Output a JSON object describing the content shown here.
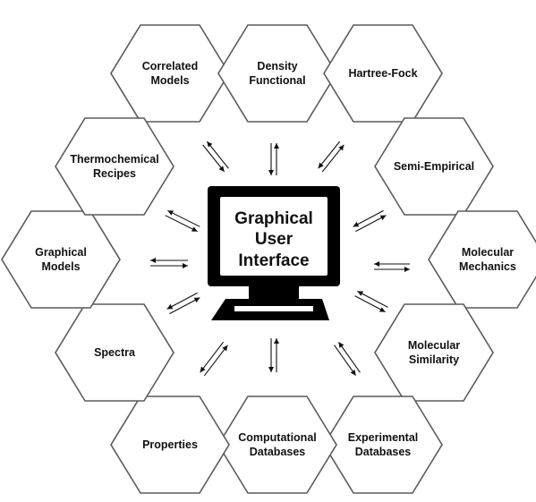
{
  "center": {
    "title_lines": [
      "Graphical",
      "User",
      "Interface"
    ]
  },
  "modules": [
    {
      "id": "correlated-models",
      "lines": [
        "Correlated",
        "Models"
      ]
    },
    {
      "id": "density-functional",
      "lines": [
        "Density",
        "Functional"
      ]
    },
    {
      "id": "hartree-fock",
      "lines": [
        "Hartree-Fock"
      ]
    },
    {
      "id": "semi-empirical",
      "lines": [
        "Semi-Empirical"
      ]
    },
    {
      "id": "molecular-mechanics",
      "lines": [
        "Molecular",
        "Mechanics"
      ]
    },
    {
      "id": "molecular-similarity",
      "lines": [
        "Molecular",
        "Similarity"
      ]
    },
    {
      "id": "experimental-databases",
      "lines": [
        "Experimental",
        "Databases"
      ]
    },
    {
      "id": "computational-databases",
      "lines": [
        "Computational",
        "Databases"
      ]
    },
    {
      "id": "properties",
      "lines": [
        "Properties"
      ]
    },
    {
      "id": "spectra",
      "lines": [
        "Spectra"
      ]
    },
    {
      "id": "graphical-models",
      "lines": [
        "Graphical",
        "Models"
      ]
    },
    {
      "id": "thermochemical-recipes",
      "lines": [
        "Thermochemical",
        "Recipes"
      ]
    }
  ],
  "colors": {
    "hex_stroke": "#5a5a5a",
    "monitor": "#000000",
    "screen": "#ffffff",
    "text": "#111111"
  },
  "icons": {
    "center": "computer-monitor-icon",
    "arrows": "bidirectional-arrow-icon"
  }
}
